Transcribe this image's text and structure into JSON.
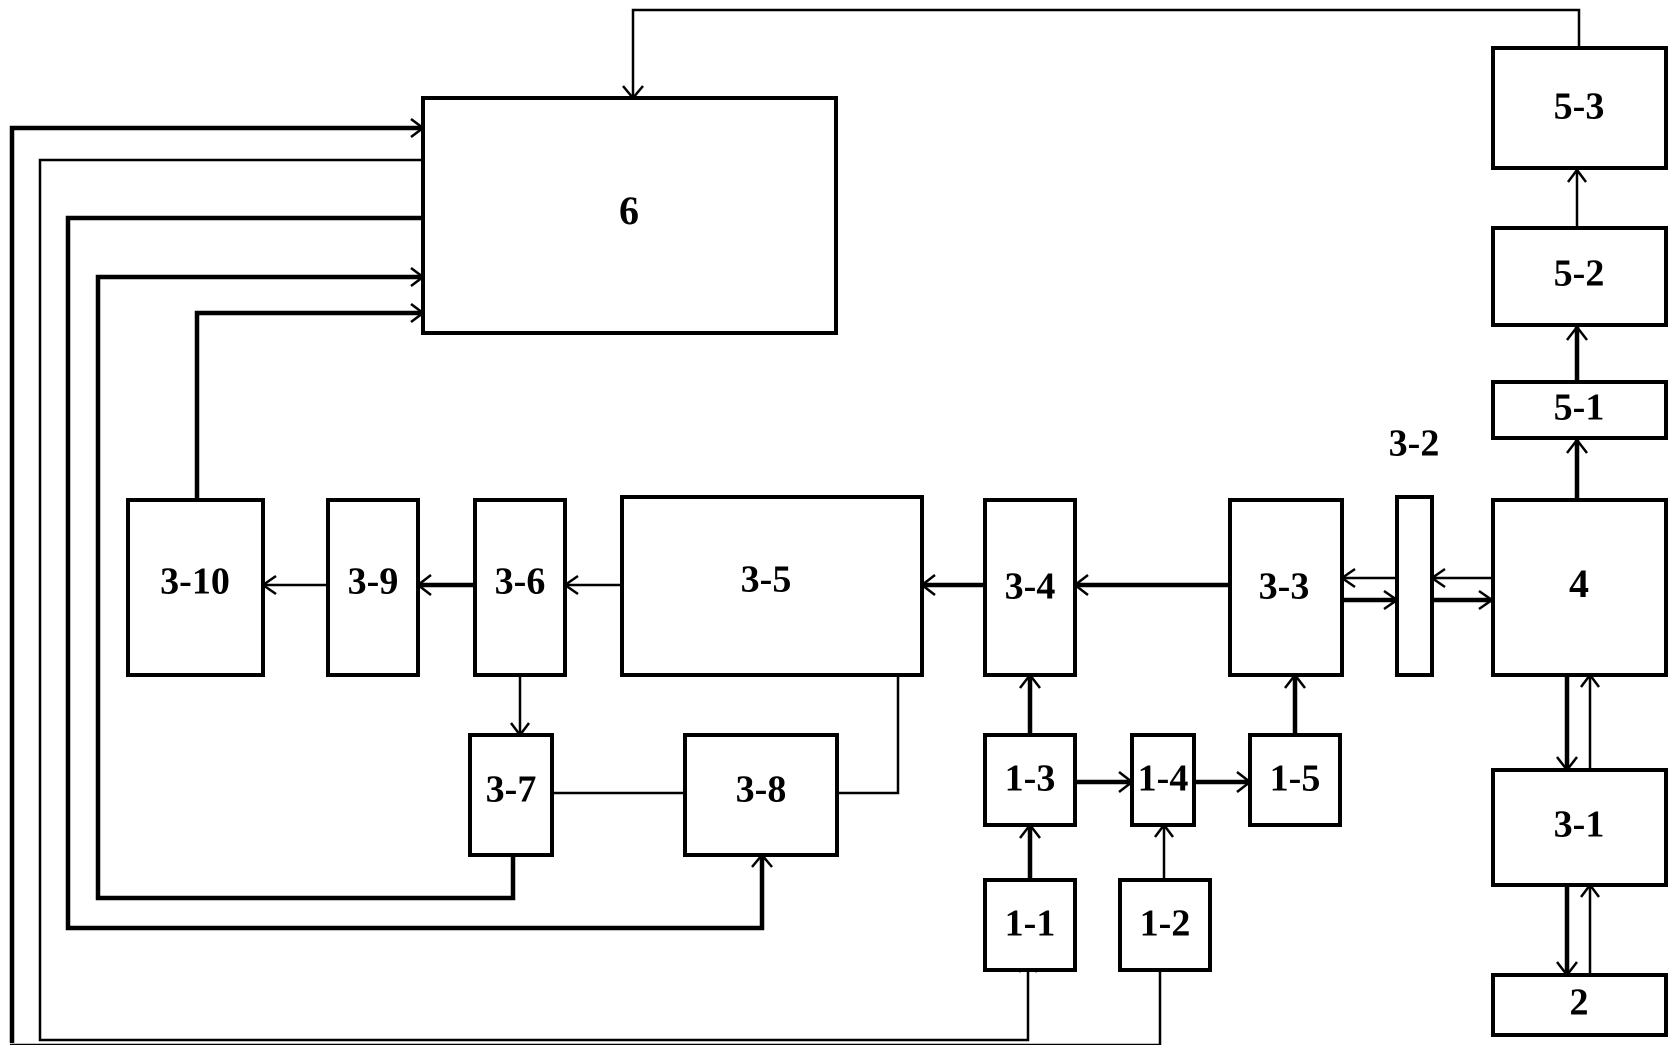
{
  "blocks": {
    "b6": "6",
    "b53": "5-3",
    "b52": "5-2",
    "b51": "5-1",
    "b32": "3-2",
    "b4": "4",
    "b31": "3-1",
    "b2": "2",
    "b310": "3-10",
    "b39": "3-9",
    "b36": "3-6",
    "b35": "3-5",
    "b34": "3-4",
    "b33": "3-3",
    "b37": "3-7",
    "b38": "3-8",
    "b13": "1-3",
    "b14": "1-4",
    "b15": "1-5",
    "b11": "1-1",
    "b12": "1-2"
  }
}
